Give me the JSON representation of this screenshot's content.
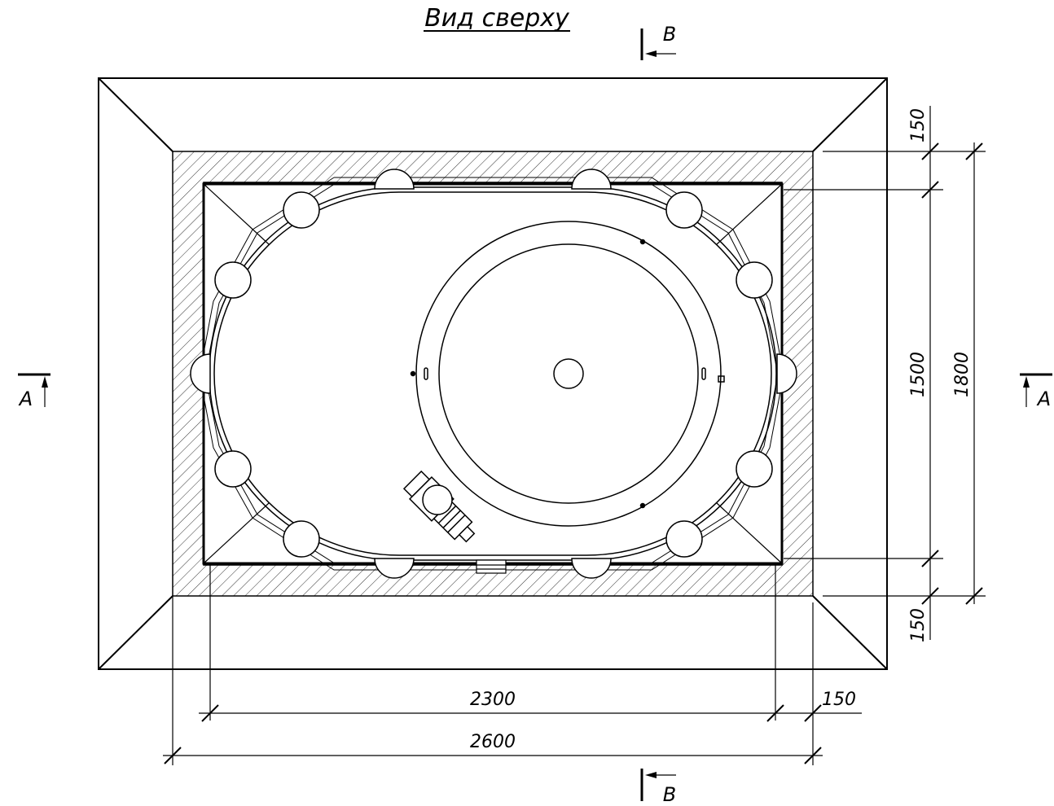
{
  "title": "Вид сверху",
  "dimensions": {
    "top_offset": "150",
    "inner_height": "1500",
    "outer_height": "1800",
    "bottom_offset": "150",
    "inner_width": "2300",
    "right_offset": "150",
    "outer_width": "2600"
  },
  "section_markers": {
    "a_left": "A",
    "a_right": "A",
    "b_top": "B",
    "b_bottom": "B"
  },
  "colors": {
    "line": "#000000",
    "background": "#ffffff"
  }
}
